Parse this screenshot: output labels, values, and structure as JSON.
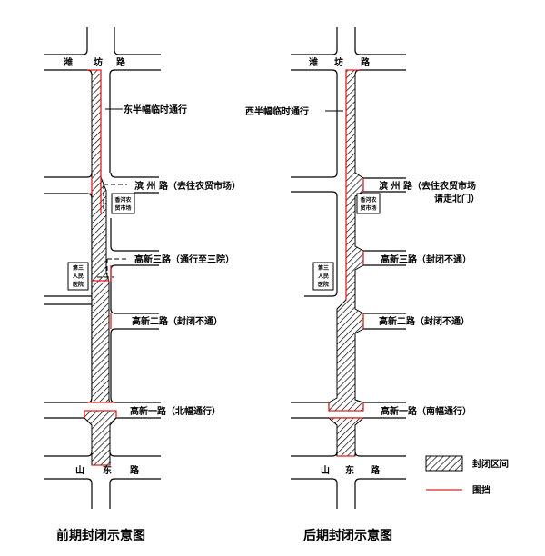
{
  "left": {
    "title": "前期封闭示意图",
    "weifang_road": [
      "潍",
      "坊",
      "路"
    ],
    "half_note": "东半幅临时通行",
    "binzhou_road": "滨 州 路（去往农贸市场）",
    "market": [
      "香河农",
      "贸市场"
    ],
    "hospital": [
      "第三",
      "人民",
      "医院"
    ],
    "gaoxin3": "高新三路（通行至三院）",
    "gaoxin2": "高新二路（封闭不通）",
    "gaoxin1": "高新一路（北幅通行）",
    "shandong_road": [
      "山",
      "东",
      "路"
    ]
  },
  "right": {
    "title": "后期封闭示意图",
    "weifang_road": [
      "潍",
      "坊",
      "路"
    ],
    "half_note": "西半幅临时通行",
    "binzhou_road": "滨 州 路（去往农贸市场",
    "binzhou_road_2": "请走北门）",
    "market": [
      "香河农",
      "贸市场"
    ],
    "hospital": [
      "第三",
      "人民",
      "医院"
    ],
    "gaoxin3": "高新三路（封闭不通）",
    "gaoxin2": "高新二路（封闭不通）",
    "gaoxin1": "高新一路（南幅通行）",
    "shandong_road": [
      "山",
      "东",
      "路"
    ]
  },
  "legend": {
    "closed": "封闭区间",
    "barrier": "围挡",
    "barrier_color": "#e02020"
  }
}
